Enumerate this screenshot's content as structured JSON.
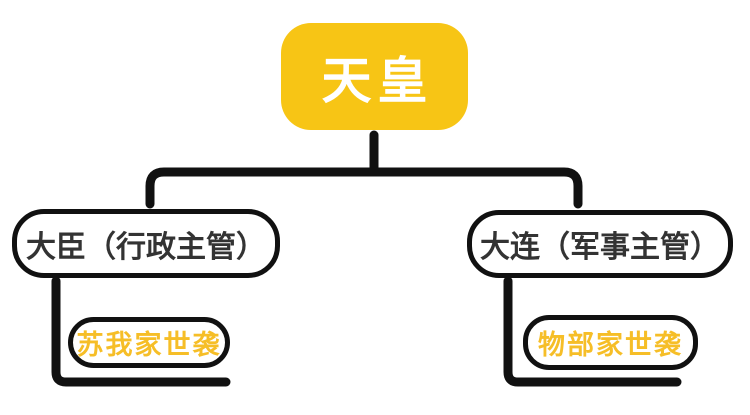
{
  "colors": {
    "accent_fill": "#F7C515",
    "accent_text": "#F6BE27",
    "line": "#111111",
    "ink": "#333333",
    "bg": "#FFFFFF"
  },
  "diagram": {
    "root": {
      "label": "天皇"
    },
    "branches": [
      {
        "label": "大臣（行政主管）",
        "child": {
          "label": "苏我家世袭"
        }
      },
      {
        "label": "大连（军事主管）",
        "child": {
          "label": "物部家世袭"
        }
      }
    ]
  }
}
